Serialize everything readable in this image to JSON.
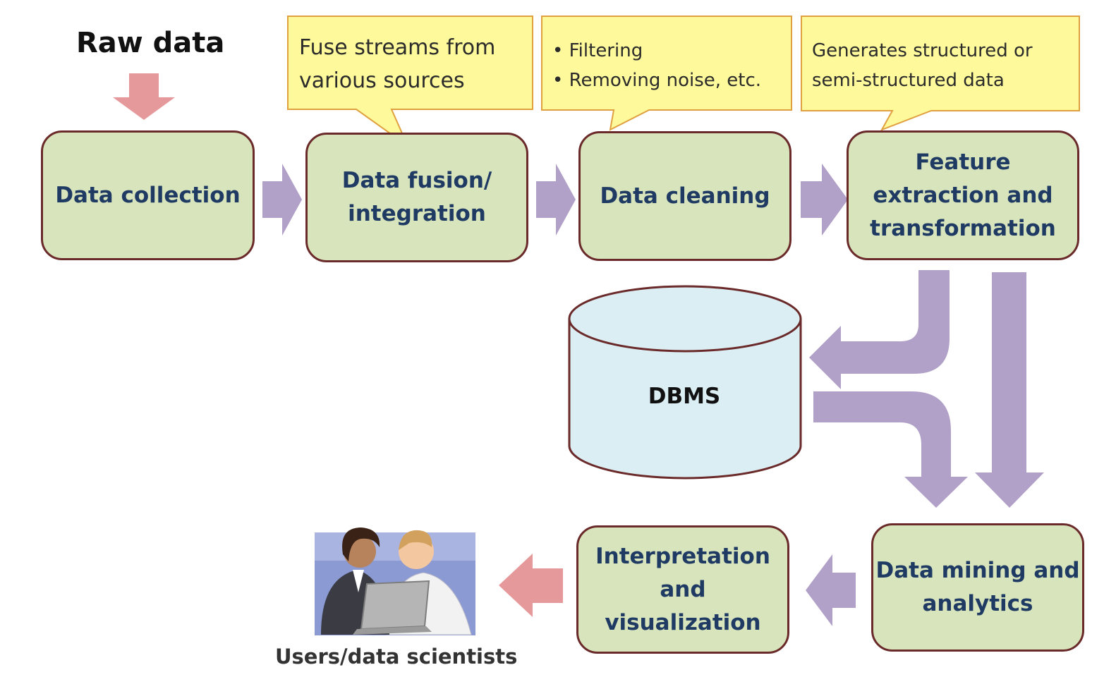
{
  "raw_data_label": "Raw data",
  "callouts": {
    "fusion": {
      "lines": [
        "Fuse streams from",
        "various sources"
      ]
    },
    "cleaning": {
      "bullets": [
        "Filtering",
        "Removing noise, etc."
      ]
    },
    "feature": {
      "lines": [
        "Generates structured or",
        "semi-structured data"
      ]
    }
  },
  "stages": {
    "data_collection": {
      "lines": [
        "Data collection"
      ]
    },
    "data_fusion": {
      "lines": [
        "Data fusion/",
        "integration"
      ]
    },
    "data_cleaning": {
      "lines": [
        "Data cleaning"
      ]
    },
    "feature_extraction": {
      "lines": [
        "Feature",
        "extraction and",
        "transformation"
      ]
    },
    "data_mining": {
      "lines": [
        "Data mining and",
        "analytics"
      ]
    },
    "interpretation": {
      "lines": [
        "Interpretation",
        "and",
        "visualization"
      ]
    }
  },
  "dbms_label": "DBMS",
  "users_label": "Users/data scientists",
  "colors": {
    "stage_fill": "#d8e4bc",
    "stage_border": "#6b2a2a",
    "stage_text": "#1f3b63",
    "callout_fill": "#fef99a",
    "callout_border": "#e0a040",
    "flow_arrow": "#b1a0c7",
    "input_output_arrow": "#e6999b",
    "dbms_fill": "#dbeef4"
  }
}
